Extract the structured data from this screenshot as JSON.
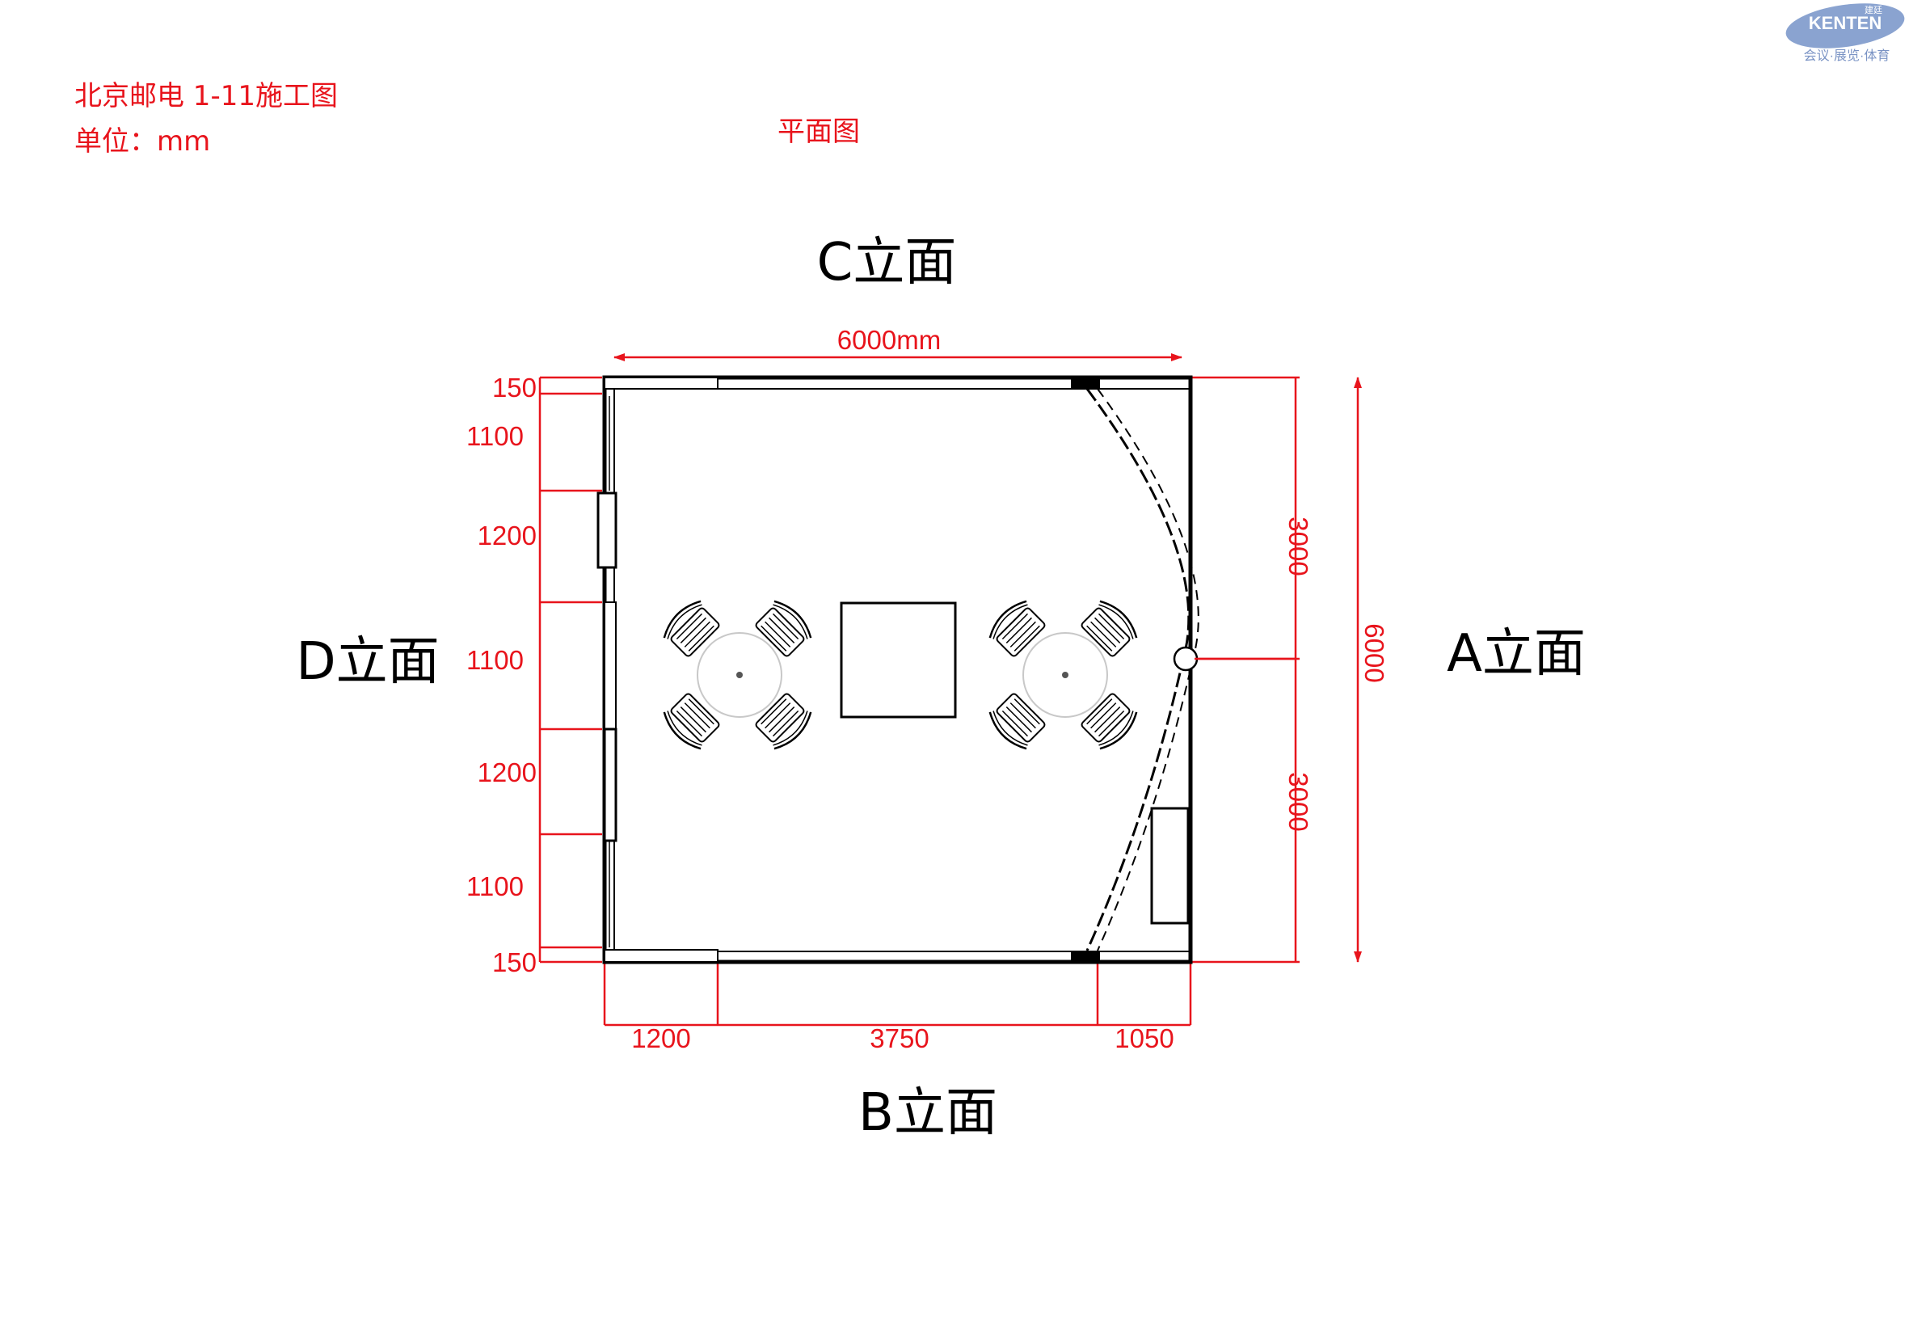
{
  "header": {
    "project_title": "北京邮电 1-11施工图",
    "unit_label": "单位：mm",
    "drawing_type": "平面图"
  },
  "logo": {
    "brand": "KENTEN",
    "brand_cn": "建廷",
    "tagline": "会议·展览·体育"
  },
  "elevations": {
    "top": "C立面",
    "bottom": "B立面",
    "left": "D立面",
    "right": "A立面"
  },
  "dimensions": {
    "overall_width": "6000mm",
    "overall_depth": "6000",
    "right_upper": "3000",
    "right_lower": "3000",
    "left_segments": [
      "150",
      "1100",
      "1200",
      "1100",
      "1200",
      "1100",
      "150"
    ],
    "bottom_segments": [
      "1200",
      "3750",
      "1050"
    ]
  },
  "colors": {
    "annotation": "#e8141c",
    "linework": "#000000",
    "logo": "#7a93c4"
  }
}
